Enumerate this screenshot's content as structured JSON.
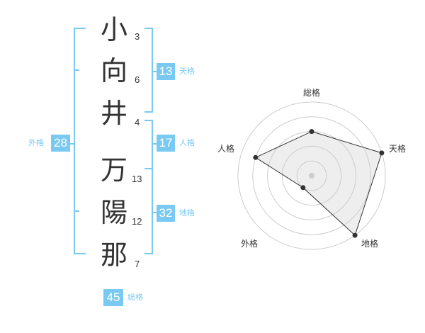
{
  "name_chars": [
    {
      "char": "小",
      "strokes": "3"
    },
    {
      "char": "向",
      "strokes": "6"
    },
    {
      "char": "井",
      "strokes": "4"
    },
    {
      "char": "万",
      "strokes": "13"
    },
    {
      "char": "陽",
      "strokes": "12"
    },
    {
      "char": "那",
      "strokes": "7"
    }
  ],
  "fortunes": {
    "tenkaku": {
      "value": "13",
      "label": "天格"
    },
    "jinkaku": {
      "value": "17",
      "label": "人格"
    },
    "chikaku": {
      "value": "32",
      "label": "地格"
    },
    "gaikaku": {
      "value": "28",
      "label": "外格"
    },
    "soukaku": {
      "value": "45",
      "label": "総格"
    }
  },
  "chart_data": {
    "type": "radar",
    "axes": [
      "総格",
      "天格",
      "地格",
      "外格",
      "人格"
    ],
    "values": [
      3,
      5,
      5,
      1,
      4
    ],
    "rmax": 5,
    "grid_rings": 5,
    "colors": {
      "fill": "#eeeeee",
      "line": "#333333",
      "grid": "#cccccc",
      "center": "#cccccc"
    }
  },
  "colors": {
    "accent": "#79c9f2"
  }
}
